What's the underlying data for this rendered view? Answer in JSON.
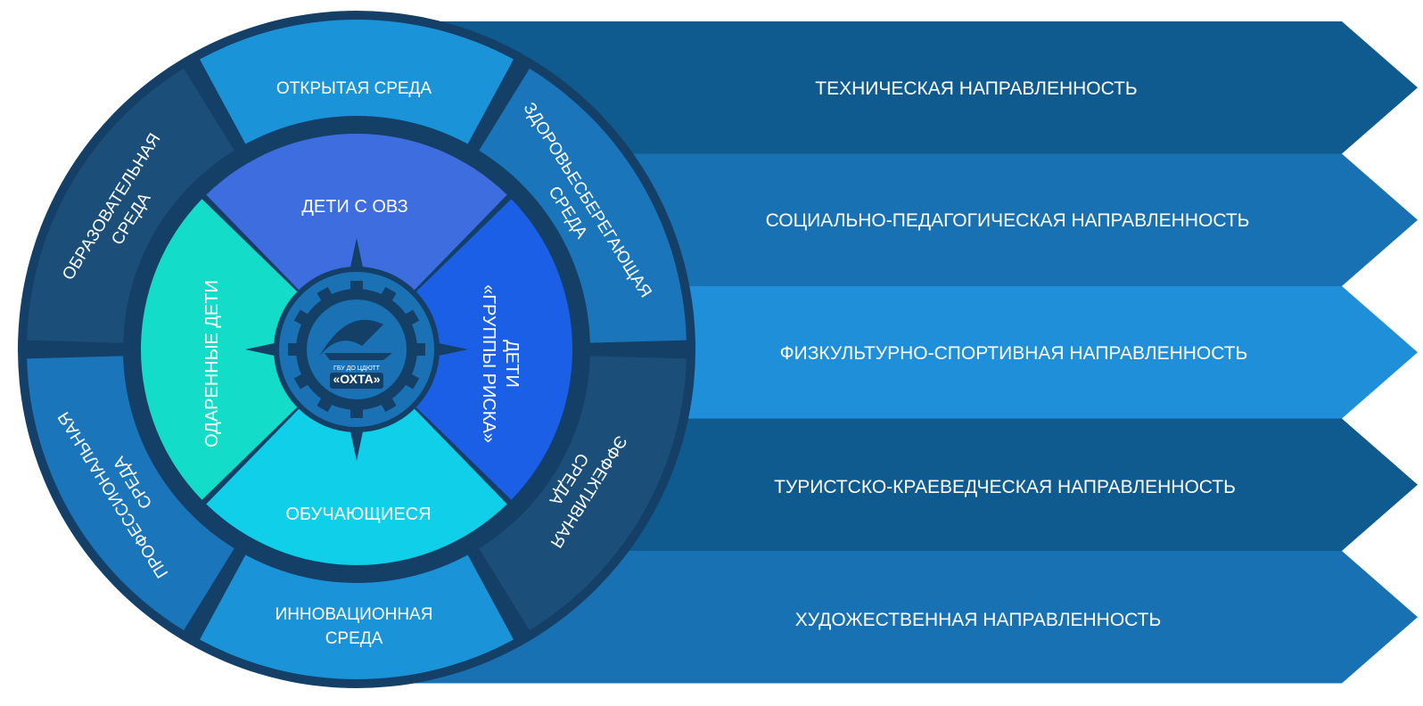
{
  "directions": [
    {
      "label": "ТЕХНИЧЕСКАЯ НАПРАВЛЕННОСТЬ",
      "color": "#0f5a8e"
    },
    {
      "label": "СОЦИАЛЬНО-ПЕДАГОГИЧЕСКАЯ  НАПРАВЛЕННОСТЬ",
      "color": "#1771b3"
    },
    {
      "label": "ФИЗКУЛЬТУРНО-СПОРТИВНАЯ  НАПРАВЛЕННОСТЬ",
      "color": "#1e8fd8"
    },
    {
      "label": "ТУРИСТСКО-КРАЕВЕДЧЕСКАЯ  НАПРАВЛЕННОСТЬ",
      "color": "#0f5a8e"
    },
    {
      "label": "ХУДОЖЕСТВЕННАЯ НАПРАВЛЕННОСТЬ",
      "color": "#1771b3"
    }
  ],
  "environments": {
    "open": [
      "ОТКРЫТАЯ СРЕДА"
    ],
    "health": [
      "ЗДОРОВЬЕСБЕРЕГАЮЩАЯ",
      "СРЕДА"
    ],
    "effective": [
      "ЭФФЕКТИВНАЯ",
      "СРЕДА"
    ],
    "innovative": [
      "ИННОВАЦИОННАЯ",
      "СРЕДА"
    ],
    "professional": [
      "ПРОФЕССИОНАЛЬНАЯ",
      "СРЕДА"
    ],
    "educational": [
      "ОБРАЗОВАТЕЛЬНАЯ",
      "СРЕДА"
    ]
  },
  "groups": {
    "disabled": [
      "ДЕТИ С ОВЗ"
    ],
    "risk": [
      "ДЕТИ",
      "«ГРУППЫ РИСКА»"
    ],
    "students": [
      "ОБУЧАЮЩИЕСЯ"
    ],
    "gifted": [
      "ОДАРЕННЫЕ ДЕТИ"
    ]
  },
  "logo": {
    "name": "«ОХТА»",
    "caption": "ГБУ ДО ЦДЮТТ"
  },
  "colors": {
    "ring_dark": "#1b4f7a",
    "ring_mid": "#1a75bb",
    "ring_light": "#1a93d9",
    "disabled": "#3e6de0",
    "risk": "#1a5fe6",
    "students": "#0fd0e8",
    "gifted": "#13dcc8",
    "center": "#1a72b5",
    "border": "#143f66"
  }
}
